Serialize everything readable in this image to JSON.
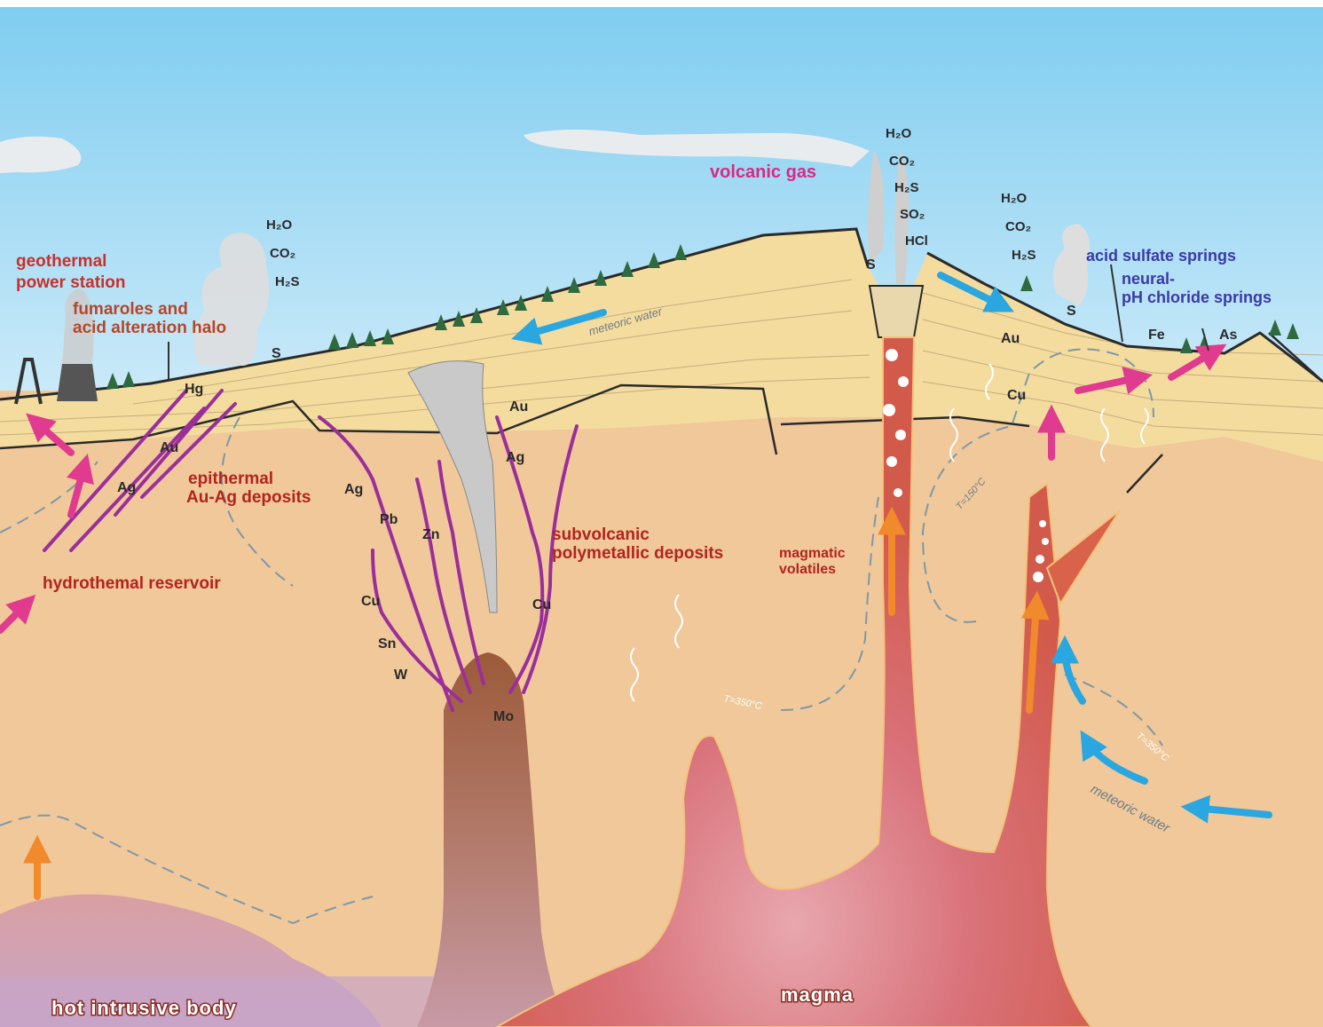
{
  "labels": {
    "volcanic_gas": "volcanic gas",
    "geothermal_power_station": [
      "geothermal",
      "power station"
    ],
    "fumaroles": [
      "fumaroles and",
      "acid alteration halo"
    ],
    "epithermal": [
      "epithermal",
      "Au-Ag deposits"
    ],
    "hydrothermal_reservoir": "hydrothemal reservoir",
    "subvolcanic": [
      "subvolcanic",
      "polymetallic deposits"
    ],
    "magmatic_volatiles": [
      "magmatic",
      "volatiles"
    ],
    "acid_sulfate_springs": "acid sulfate springs",
    "neutral_chloride": [
      "neural-",
      "pH chloride springs"
    ],
    "meteoric_water_top": "meteoric water",
    "meteoric_water_right": "meteoric water",
    "hot_intrusive_body": "hot intrusive body",
    "magma": "magma",
    "t150": "T=150°C",
    "t350a": "T=350°C",
    "t350b": "T=350°C"
  },
  "gas_species": {
    "fumarole": [
      "H₂O",
      "CO₂",
      "H₂S"
    ],
    "volcano": [
      "H₂O",
      "CO₂",
      "H₂S",
      "SO₂",
      "HCl"
    ],
    "right_vent": [
      "H₂O",
      "CO₂",
      "H₂S"
    ]
  },
  "elements": {
    "hg": "Hg",
    "au_left": "Au",
    "ag_left1": "Ag",
    "ag_left2": "Ag",
    "s_left": "S",
    "pb": "Pb",
    "zn": "Zn",
    "cu_mid": "Cu",
    "sn": "Sn",
    "w": "W",
    "mo": "Mo",
    "au_mid": "Au",
    "ag_mid": "Ag",
    "cu_mid2": "Cu",
    "s_crater": "S",
    "au_right": "Au",
    "cu_right": "Cu",
    "s_right": "S",
    "fe": "Fe",
    "as": "As"
  },
  "colors": {
    "sky_top": "#7fcdf0",
    "sky_bottom": "#cfeaf8",
    "crust": "#f0c89a",
    "strata": "#f3dda0",
    "magma": "#d9624a",
    "intrusive": "#c49ab6",
    "veins": "#9b2f9a",
    "meteoric_arrow": "#2aa6e0",
    "fluid_arrow": "#e03b8e",
    "volatile_arrow": "#f08a2a"
  }
}
